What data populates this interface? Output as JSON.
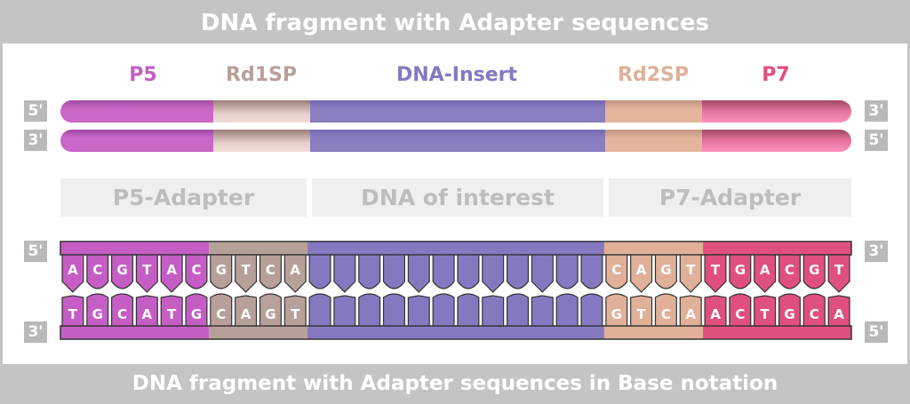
{
  "top_title": "DNA fragment with Adapter sequences",
  "bottom_title": "DNA fragment with Adapter sequences in Base notation",
  "segments": [
    {
      "name": "P5",
      "color": "#c45ec4",
      "light": "#c966c6",
      "dark": "#8a3a8a"
    },
    {
      "name": "Rd1SP",
      "color": "#b8a09a",
      "light": "#f0d8d2",
      "dark": "#9a807a"
    },
    {
      "name": "DNA-Insert",
      "color": "#8678c0",
      "light": "#8a7dc0",
      "dark": "#6a5ca8"
    },
    {
      "name": "Rd2SP",
      "color": "#e0b098",
      "light": "#e2b59c",
      "dark": "#b08068"
    },
    {
      "name": "P7",
      "color": "#e0508a",
      "light": "#ff8cbc",
      "dark": "#a04060"
    }
  ],
  "strand_ends": {
    "top_left": "5'",
    "top_right": "3'",
    "bottom_left": "3'",
    "bottom_right": "5'",
    "bp_top_left": "5'",
    "bp_top_right": "3'",
    "bp_bottom_left": "3'",
    "bp_bottom_right": "5'"
  },
  "adapters": [
    "P5-Adapter",
    "DNA of interest",
    "P7-Adapter"
  ],
  "base_pairs": {
    "top": [
      "A",
      "C",
      "G",
      "T",
      "A",
      "C",
      "G",
      "T",
      "C",
      "A",
      "",
      "",
      "",
      "",
      "",
      "",
      "",
      "",
      "",
      "",
      "",
      "",
      "C",
      "A",
      "G",
      "T",
      "T",
      "G",
      "A",
      "C",
      "G",
      "T"
    ],
    "bottom": [
      "T",
      "G",
      "C",
      "A",
      "T",
      "G",
      "C",
      "A",
      "G",
      "T",
      "",
      "",
      "",
      "",
      "",
      "",
      "",
      "",
      "",
      "",
      "",
      "",
      "G",
      "T",
      "C",
      "A",
      "A",
      "C",
      "T",
      "G",
      "C",
      "A"
    ],
    "segment_of_column": [
      0,
      0,
      0,
      0,
      0,
      0,
      1,
      1,
      1,
      1,
      2,
      2,
      2,
      2,
      2,
      2,
      2,
      2,
      2,
      2,
      2,
      2,
      3,
      3,
      3,
      3,
      4,
      4,
      4,
      4,
      4,
      4
    ],
    "colors": [
      "#c45ec4",
      "#b8a09a",
      "#8678c0",
      "#e0b098",
      "#e0507e"
    ]
  }
}
